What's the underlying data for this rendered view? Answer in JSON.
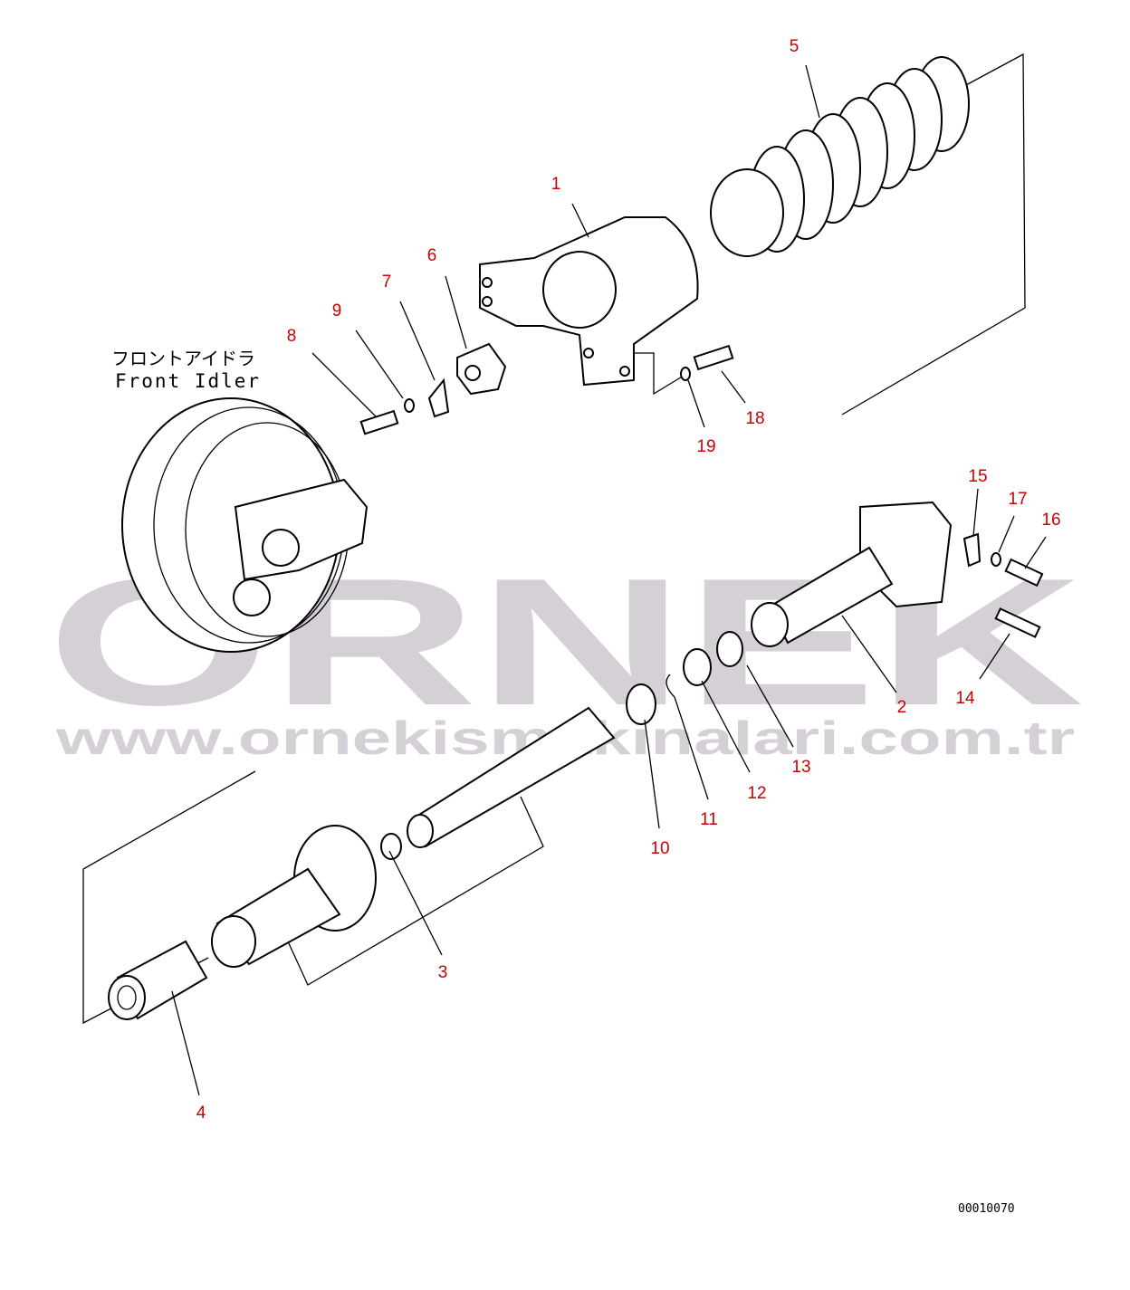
{
  "diagram": {
    "title_jp": "フロントアイドラ",
    "title_en": "Front Idler",
    "drawing_code": "00010070",
    "callout_color": "#cc0000",
    "callouts": [
      "1",
      "2",
      "3",
      "4",
      "5",
      "6",
      "7",
      "8",
      "9",
      "10",
      "11",
      "12",
      "13",
      "14",
      "15",
      "16",
      "17",
      "18",
      "19"
    ]
  },
  "watermark": {
    "brand": "ORNEK",
    "url": "www.ornekismakinalari.com.tr",
    "color": "#d4d0d6"
  }
}
